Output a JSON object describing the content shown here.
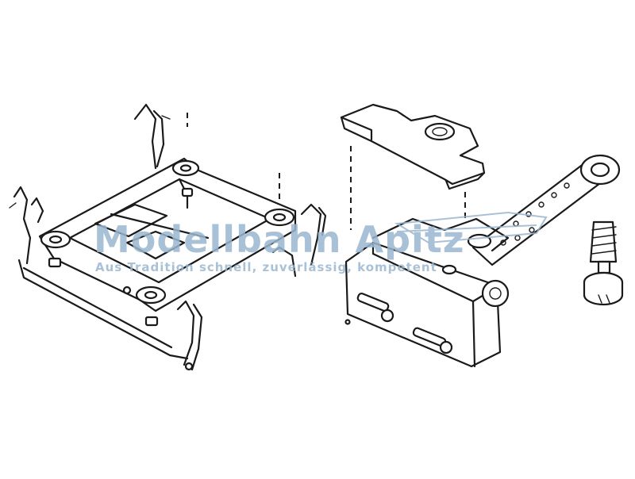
{
  "watermark": {
    "main_text": "Modellbahn Apitz",
    "sub_text": "Aus Tradition schnell, zuverlässig, kompetent",
    "color": "#9bb7cf"
  },
  "colors": {
    "ink": "#1a1a1a",
    "background": "#ffffff"
  },
  "icons": [
    "bogie-frame-drawing",
    "motor-frame-drawing",
    "worm-screw-drawing"
  ]
}
